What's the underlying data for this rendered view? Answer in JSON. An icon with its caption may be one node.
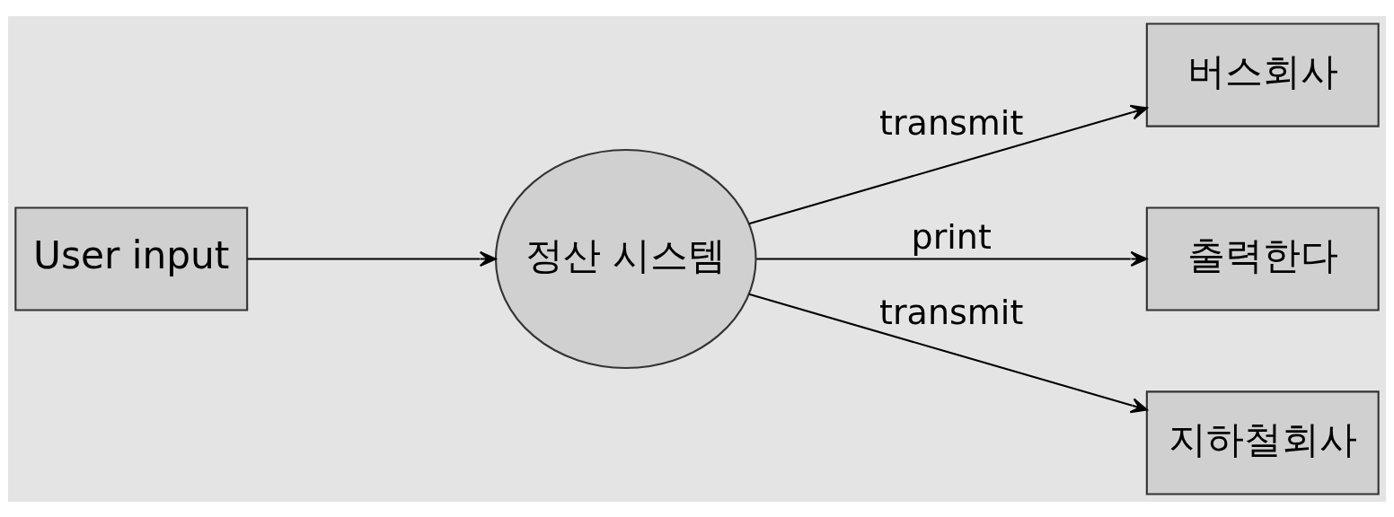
{
  "diagram": {
    "nodes": [
      {
        "text": [
          "User input"
        ]
      },
      {
        "text": [
          "정산 시스템"
        ]
      },
      {
        "text": [
          "버스회사"
        ]
      },
      {
        "text": [
          "출력한다"
        ]
      },
      {
        "text": [
          "지하철회사"
        ]
      }
    ],
    "edges": [
      {
        "from": 0,
        "to": 1,
        "arrow": "to"
      },
      {
        "from": 1,
        "to": 2,
        "arrow": "to",
        "label": "transmit"
      },
      {
        "from": 1,
        "to": 3,
        "arrow": "to",
        "label": "print"
      },
      {
        "from": 1,
        "to": 4,
        "arrow": "to",
        "label": "transmit"
      }
    ]
  }
}
